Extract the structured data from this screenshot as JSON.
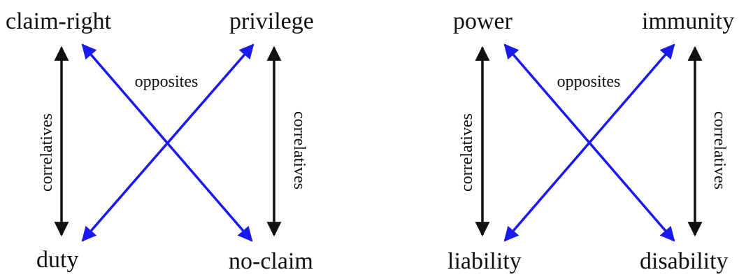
{
  "colors": {
    "correlative_arrow": "#111111",
    "opposite_arrow": "#1a1aee",
    "text": "#111111",
    "background": "#ffffff"
  },
  "diagrams": [
    {
      "top_left": "claim-right",
      "top_right": "privilege",
      "bottom_left": "duty",
      "bottom_right": "no-claim",
      "left_relation": "correlatives",
      "right_relation": "correlatives",
      "cross_relation": "opposites"
    },
    {
      "top_left": "power",
      "top_right": "immunity",
      "bottom_left": "liability",
      "bottom_right": "disability",
      "left_relation": "correlatives",
      "right_relation": "correlatives",
      "cross_relation": "opposites"
    }
  ]
}
